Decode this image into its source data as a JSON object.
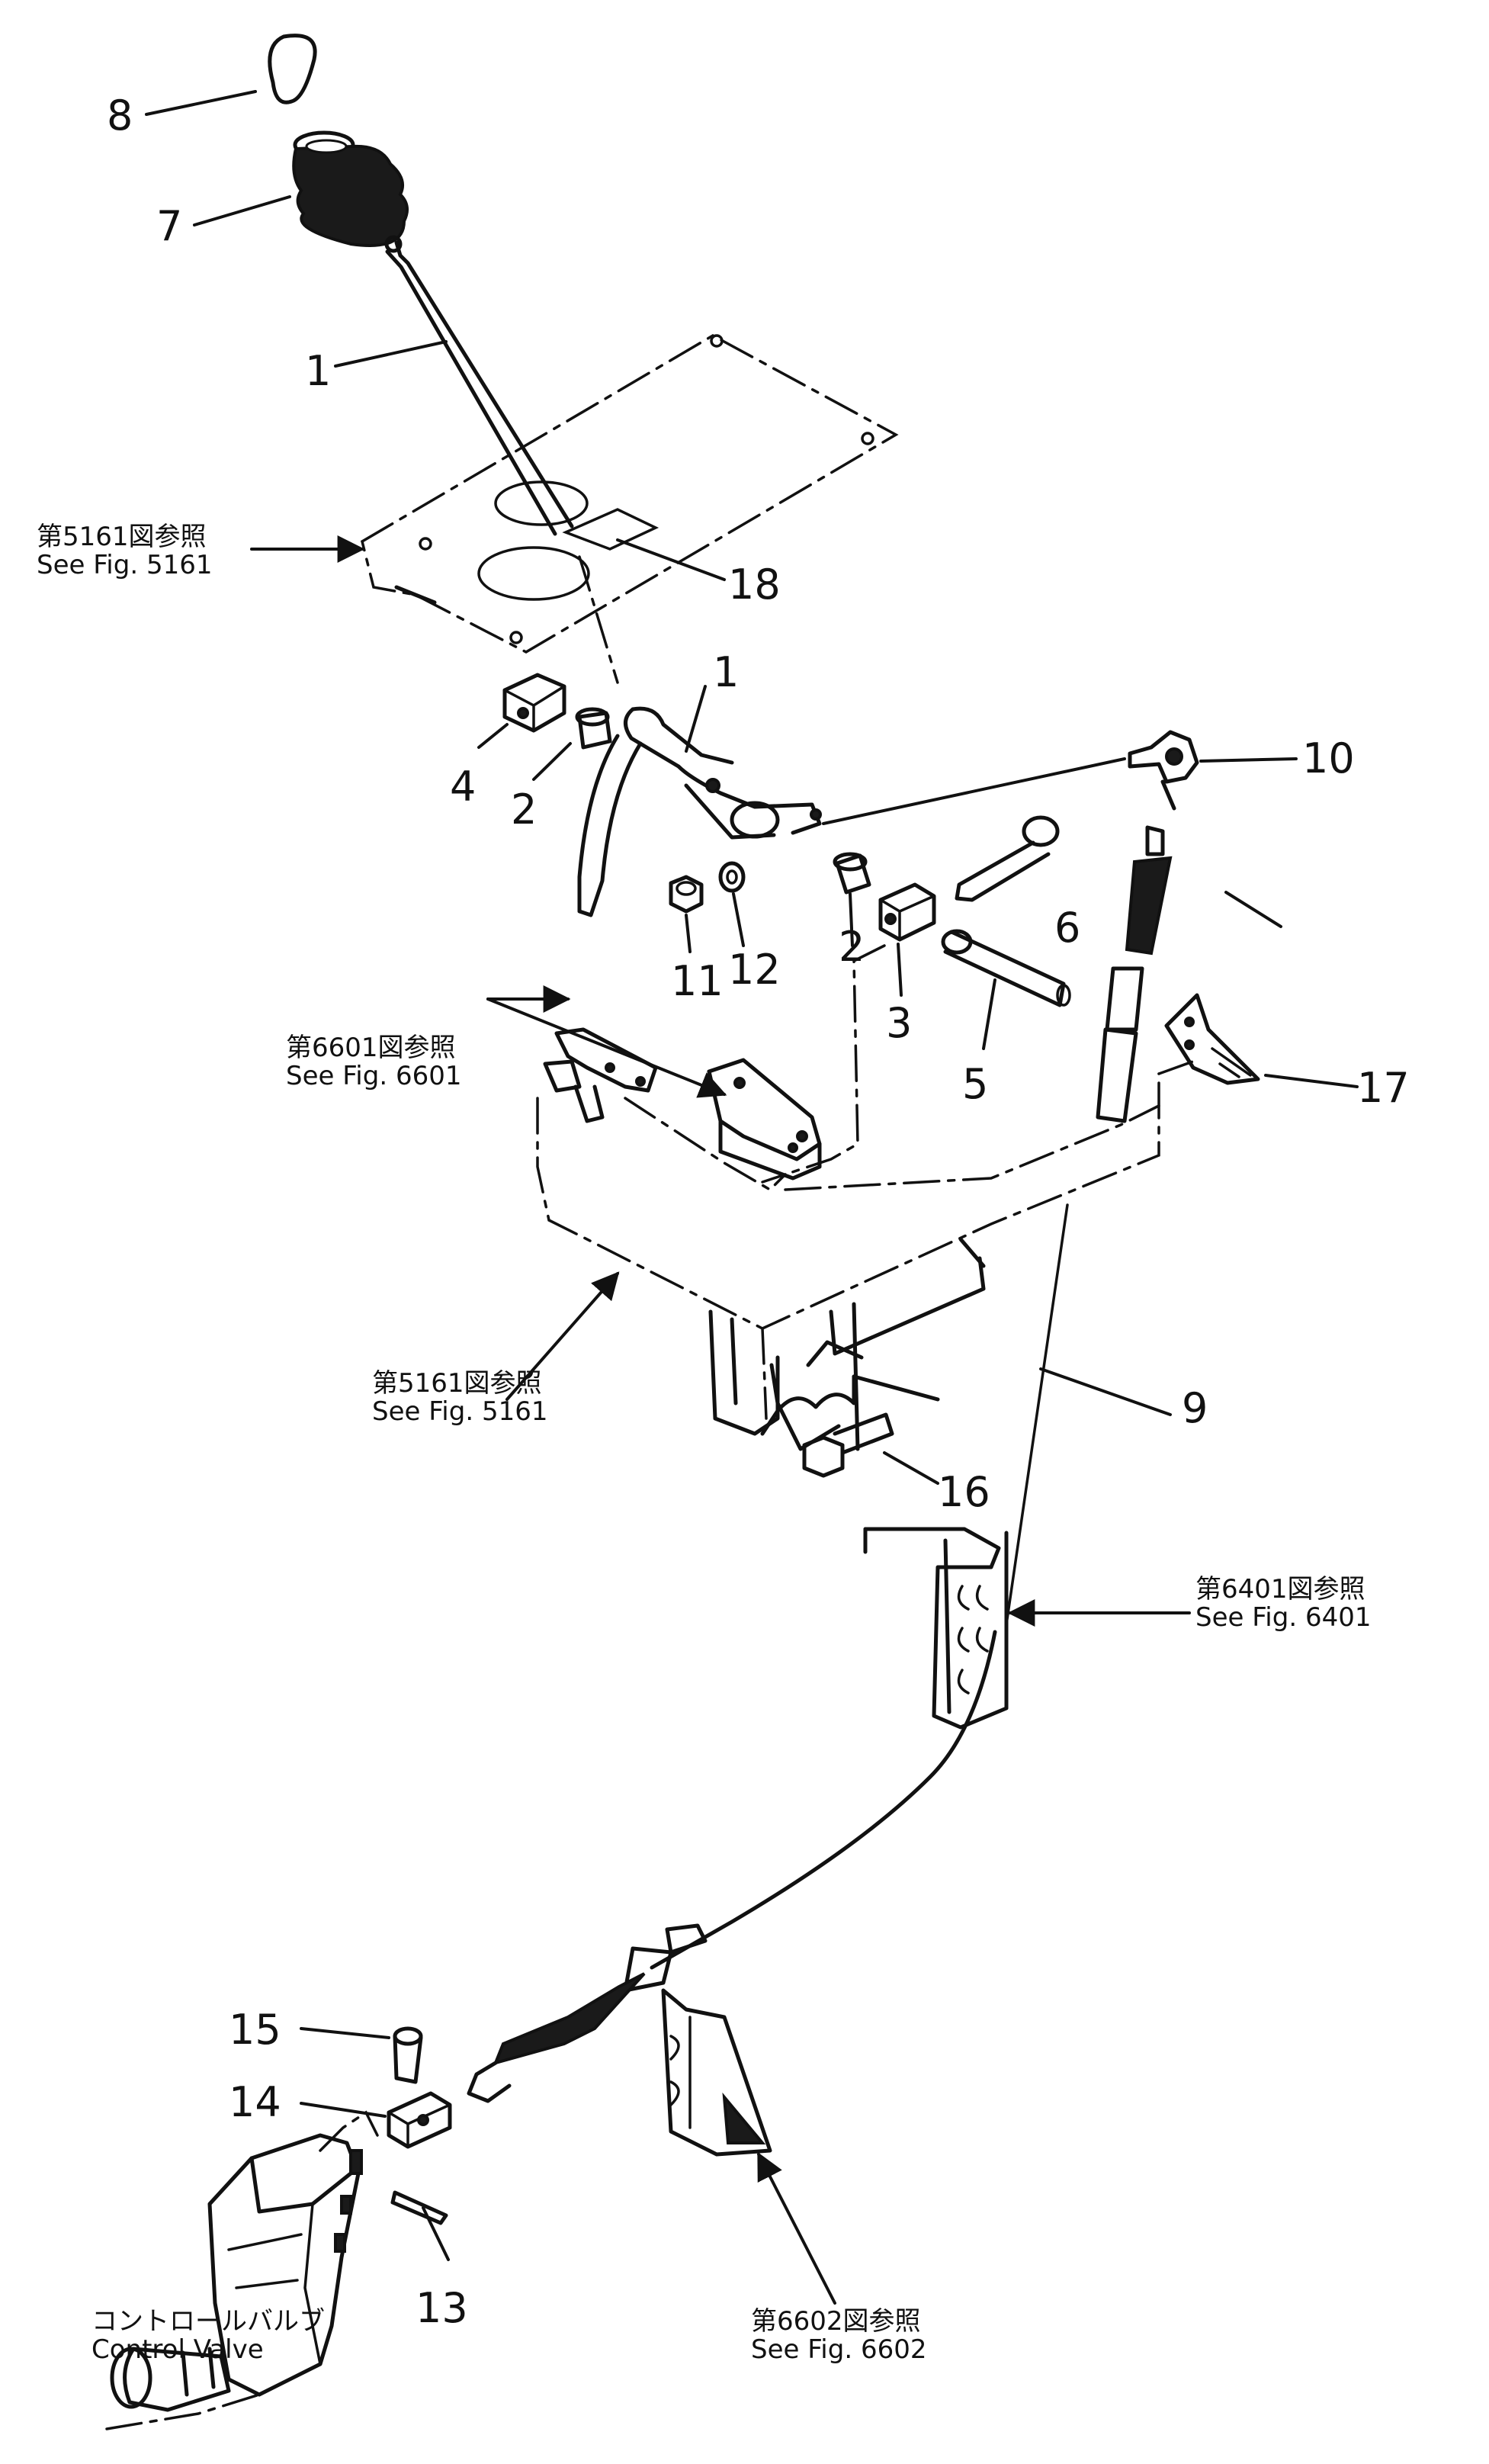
{
  "callouts": [
    "1",
    "1",
    "2",
    "2",
    "3",
    "4",
    "5",
    "6",
    "7",
    "8",
    "9",
    "10",
    "11",
    "12",
    "13",
    "14",
    "15",
    "16",
    "17",
    "18"
  ],
  "references": [
    {
      "jp": "第5161図参照",
      "en": "See Fig. 5161"
    },
    {
      "jp": "第6601図参照",
      "en": "See Fig. 6601"
    },
    {
      "jp": "第5161図参照",
      "en": "See Fig. 5161"
    },
    {
      "jp": "第6401図参照",
      "en": "See Fig. 6401"
    },
    {
      "jp": "第6602図参照",
      "en": "See Fig. 6602"
    }
  ],
  "control_valve": {
    "jp": "コントロールバルブ",
    "en": "Control Valve"
  }
}
